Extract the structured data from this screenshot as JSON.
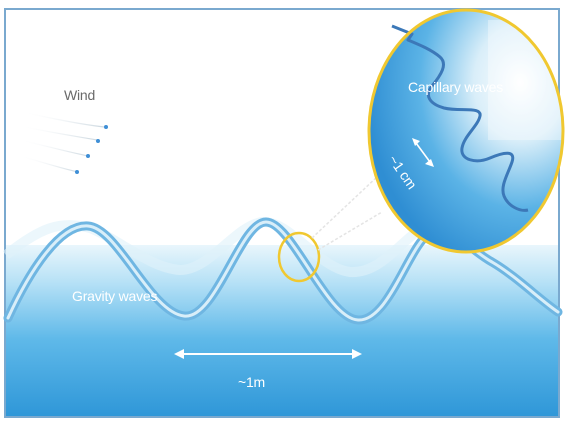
{
  "labels": {
    "wind": "Wind",
    "gravity_waves": "Gravity waves",
    "gravity_scale": "~1m",
    "capillary_waves": "Capillary waves",
    "capillary_scale": "~1 cm"
  },
  "colors": {
    "sky": "#ffffff",
    "water_light": "#c8e8f7",
    "water_deep": "#2f97d8",
    "wave_line": "#5aa9d9",
    "circle_outline": "#f0c830",
    "capillary_line": "#3c78b8",
    "arrow": "#ffffff",
    "wind_dot": "#3f8fd6",
    "frame": "#7aa9cf"
  }
}
